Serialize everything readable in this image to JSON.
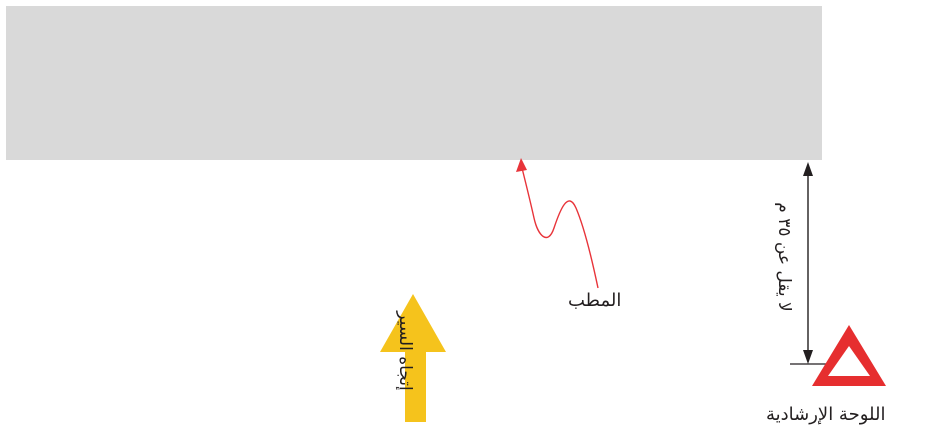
{
  "labels": {
    "curb": "المطب",
    "direction": "إتجاه السير",
    "distance": "لا يقل عن ٣٥ م",
    "sign": "اللوحة الإرشادية"
  },
  "colors": {
    "road": "#d9d9d9",
    "arrow": "#f5c31c",
    "pointer": "#e8343a",
    "sign": "#e62e2f",
    "dimension": "#231f20"
  },
  "icons": {
    "direction": "up-arrow-icon",
    "sign": "warning-triangle-icon"
  }
}
